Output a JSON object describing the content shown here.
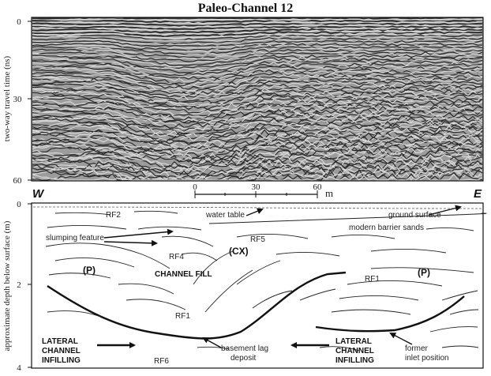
{
  "title": "Paleo-Channel 12",
  "radar_panel": {
    "y_axis_label": "two-way travel time (ns)",
    "y_ticks": [
      "0",
      "30",
      "60"
    ]
  },
  "scale_bar": {
    "ticks": [
      "0",
      "30",
      "60"
    ],
    "unit": "m"
  },
  "orientation": {
    "west": "W",
    "east": "E"
  },
  "interpretation_panel": {
    "y_axis_label": "approximate depth below surface (m)",
    "y_ticks": [
      "0",
      "2",
      "4"
    ],
    "labels": {
      "rf2": "RF2",
      "water_table": "water table",
      "ground_surface": "ground surface",
      "modern_barrier_sands": "modern barrier sands",
      "slumping_feature": "slumping feature",
      "rf5": "RF5",
      "rf4": "RF4",
      "cx": "(CX)",
      "p_left": "(P)",
      "channel_fill": "CHANNEL FILL",
      "rf1_right": "RF1",
      "p_right": "(P)",
      "rf1_center": "RF1",
      "lateral_left_1": "LATERAL",
      "lateral_left_2": "CHANNEL",
      "lateral_left_3": "INFILLING",
      "basement_lag_1": "basement lag",
      "basement_lag_2": "deposit",
      "lateral_right_1": "LATERAL",
      "lateral_right_2": "CHANNEL",
      "lateral_right_3": "INFILLING",
      "former_inlet_1": "former",
      "former_inlet_2": "inlet position",
      "rf6": "RF6"
    }
  },
  "colors": {
    "ink": "#111111",
    "radar_dark": "#2a2a2a",
    "radar_light": "#d8d8d8"
  }
}
